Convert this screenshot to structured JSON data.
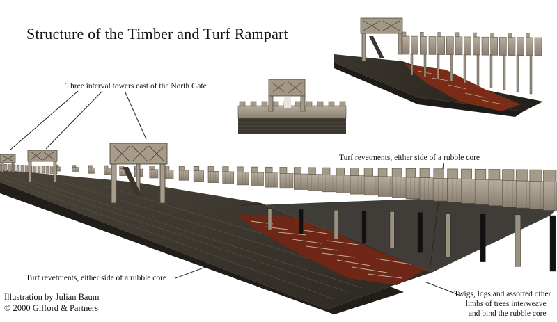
{
  "title": "Structure of the Timber and Turf Rampart",
  "labels": {
    "towers": "Three interval towers east of the North Gate",
    "turf_right": "Turf revetments, either side of a rubble core",
    "turf_left": "Turf revetments, either side of a rubble core",
    "twigs": [
      "Twigs, logs and assorted other",
      "limbs of trees interweave",
      "and bind the rubble core"
    ]
  },
  "credits": [
    "Illustration by Julian Baum",
    "© 2000 Gifford & Partners"
  ],
  "colors": {
    "timber": "#a59a89",
    "timber_dark": "#5e574c",
    "turf": "#3f3a32",
    "turf_dark": "#2a2620",
    "rubble": "#7a2c18",
    "rubble_light": "#c9c0b3"
  }
}
